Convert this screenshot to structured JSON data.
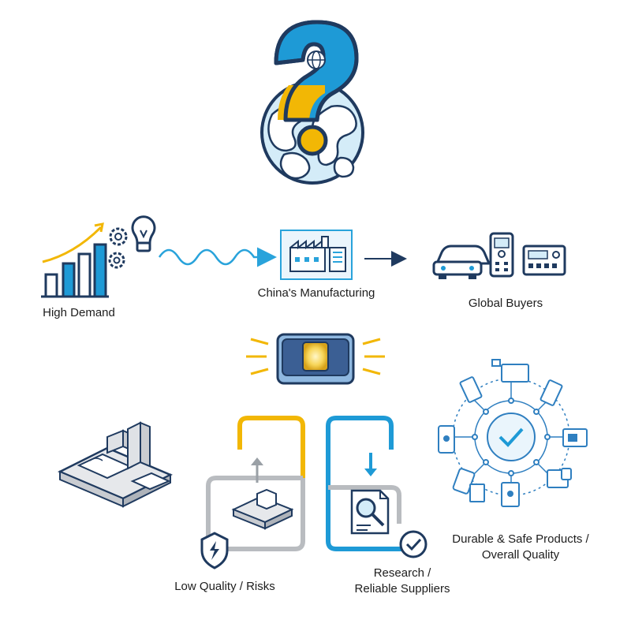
{
  "labels": {
    "high_demand": "High Demand",
    "china_manufacturing": "China's Manufacturing",
    "global_buyers": "Global Buyers",
    "low_quality": "Low Quality / Risks",
    "research_line1": "Research /",
    "research_line2": "Reliable Suppliers",
    "durable_line1": "Durable & Safe Products /",
    "durable_line2": "Overall Quality"
  },
  "colors": {
    "navy": "#1f3a5f",
    "blue": "#1e9ad6",
    "light_blue": "#d4ecf8",
    "gold": "#f2b705",
    "gray": "#b9bcc0",
    "outline_blue": "#2f7fc0"
  },
  "icons": [
    "question-globe-icon",
    "bar-chart-icon",
    "gear-icon",
    "lightbulb-icon",
    "factory-icon",
    "car-icon",
    "remote-icon",
    "control-panel-icon",
    "switch-icon",
    "machinery-icon",
    "shield-bolt-icon",
    "document-magnifier-icon",
    "check-circle-icon",
    "device-ring-icon"
  ]
}
